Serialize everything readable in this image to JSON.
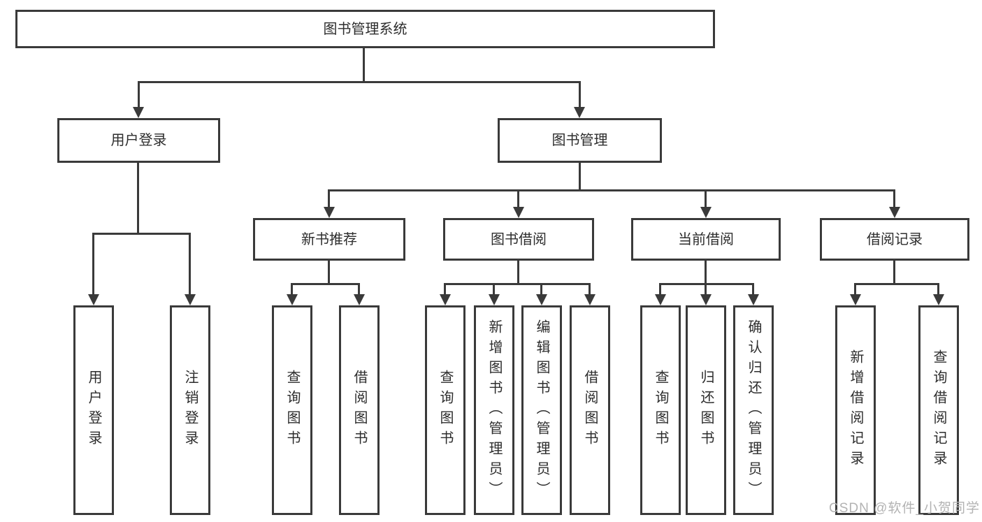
{
  "diagram": {
    "title": "图书管理系统",
    "type": "function-structure-tree",
    "colors": {
      "line": "#3a3a3a",
      "text": "#2d2d2d",
      "watermark": "#b3b3b3",
      "bg": "#ffffff"
    },
    "nodes": {
      "root": {
        "label": "图书管理系统"
      },
      "user_login": {
        "label": "用户登录"
      },
      "book_mgmt": {
        "label": "图书管理"
      },
      "new_book_rec": {
        "label": "新书推荐"
      },
      "book_borrow": {
        "label": "图书借阅"
      },
      "current_borrow": {
        "label": "当前借阅"
      },
      "borrow_records": {
        "label": "借阅记录"
      },
      "user_login_leaf": {
        "label": "用户登录"
      },
      "logout_leaf": {
        "label": "注销登录"
      },
      "rec_query_books": {
        "label": "查询图书"
      },
      "rec_borrow_books": {
        "label": "借阅图书"
      },
      "bb_query_books": {
        "label": "查询图书"
      },
      "bb_add_books": {
        "label": "新增图书（管理员）"
      },
      "bb_edit_books": {
        "label": "编辑图书（管理员）"
      },
      "bb_borrow_books": {
        "label": "借阅图书"
      },
      "cb_query_books": {
        "label": "查询图书"
      },
      "cb_return_books": {
        "label": "归还图书"
      },
      "cb_confirm_return": {
        "label": "确认归还（管理员）"
      },
      "br_add_record": {
        "label": "新增借阅记录"
      },
      "br_query_record": {
        "label": "查询借阅记录"
      }
    },
    "hierarchy": {
      "root": [
        "user_login",
        "book_mgmt"
      ],
      "user_login": [
        "user_login_leaf",
        "logout_leaf"
      ],
      "book_mgmt": [
        "new_book_rec",
        "book_borrow",
        "current_borrow",
        "borrow_records"
      ],
      "new_book_rec": [
        "rec_query_books",
        "rec_borrow_books"
      ],
      "book_borrow": [
        "bb_query_books",
        "bb_add_books",
        "bb_edit_books",
        "bb_borrow_books"
      ],
      "current_borrow": [
        "cb_query_books",
        "cb_return_books",
        "cb_confirm_return"
      ],
      "borrow_records": [
        "br_add_record",
        "br_query_record"
      ]
    },
    "watermark": "CSDN @软件_小贺同学"
  }
}
